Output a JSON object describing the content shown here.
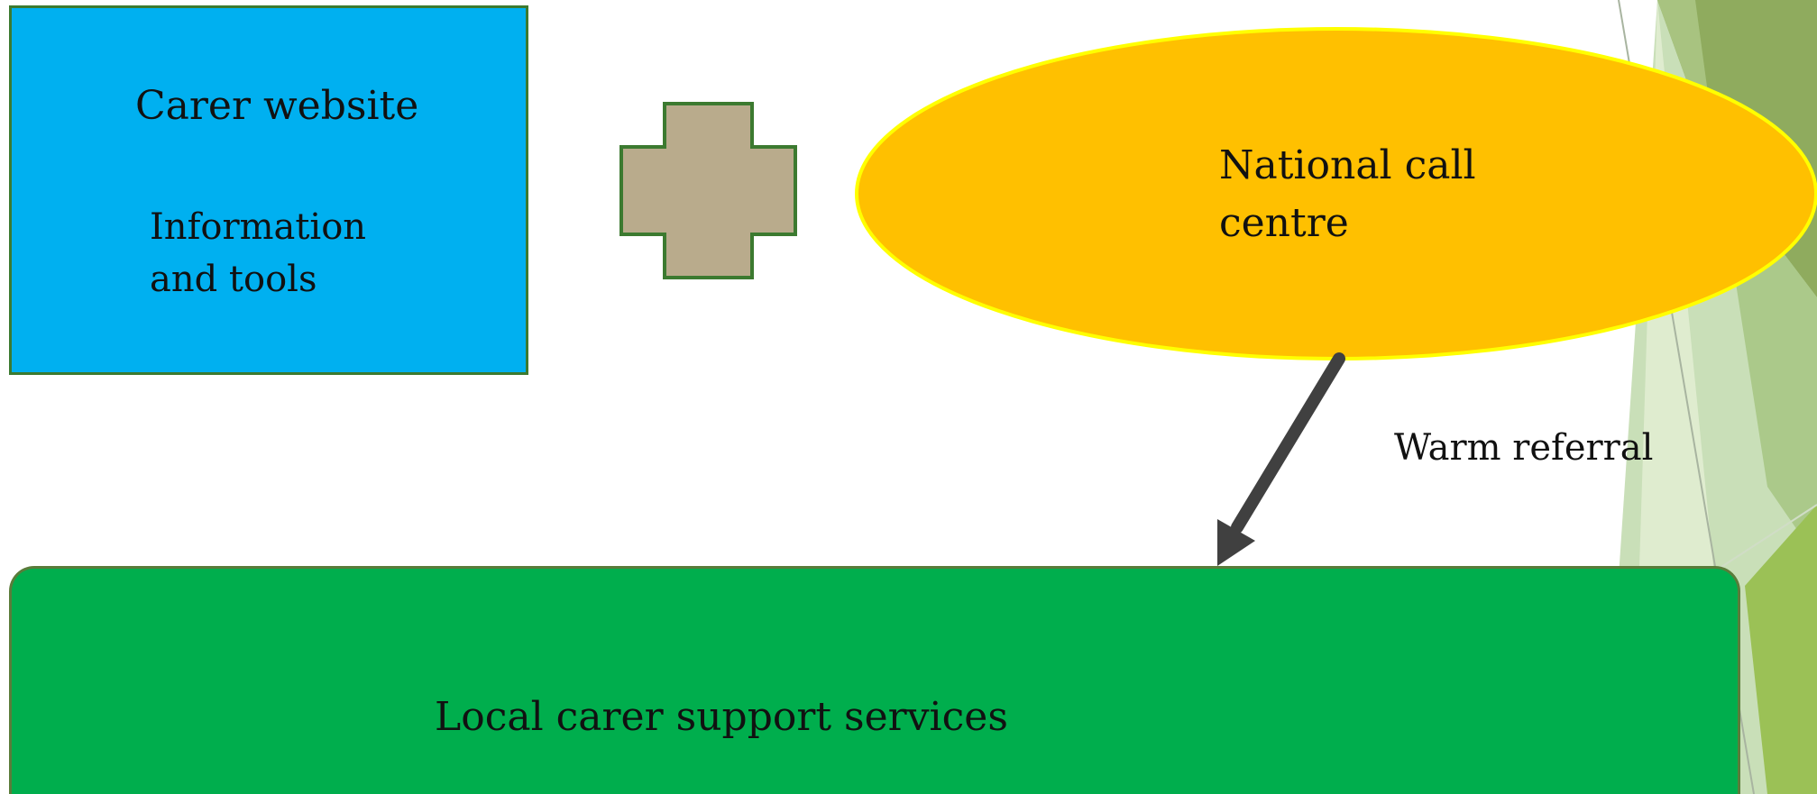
{
  "boxes": {
    "website_title": "Carer website",
    "website_body_line1": "Information",
    "website_body_line2": "and tools",
    "call_centre_line1": "National call",
    "call_centre_line2": "centre",
    "local_services": "Local carer support services"
  },
  "connector": {
    "label": "Warm referral"
  },
  "colors": {
    "website_fill": "#00b0f0",
    "call_centre_fill": "#ffc000",
    "call_centre_outline": "#ffff00",
    "local_services_fill": "#00ae4d",
    "plus_fill": "#b9ab8c",
    "arrow": "#404040",
    "decor_green": "#8bb048"
  }
}
